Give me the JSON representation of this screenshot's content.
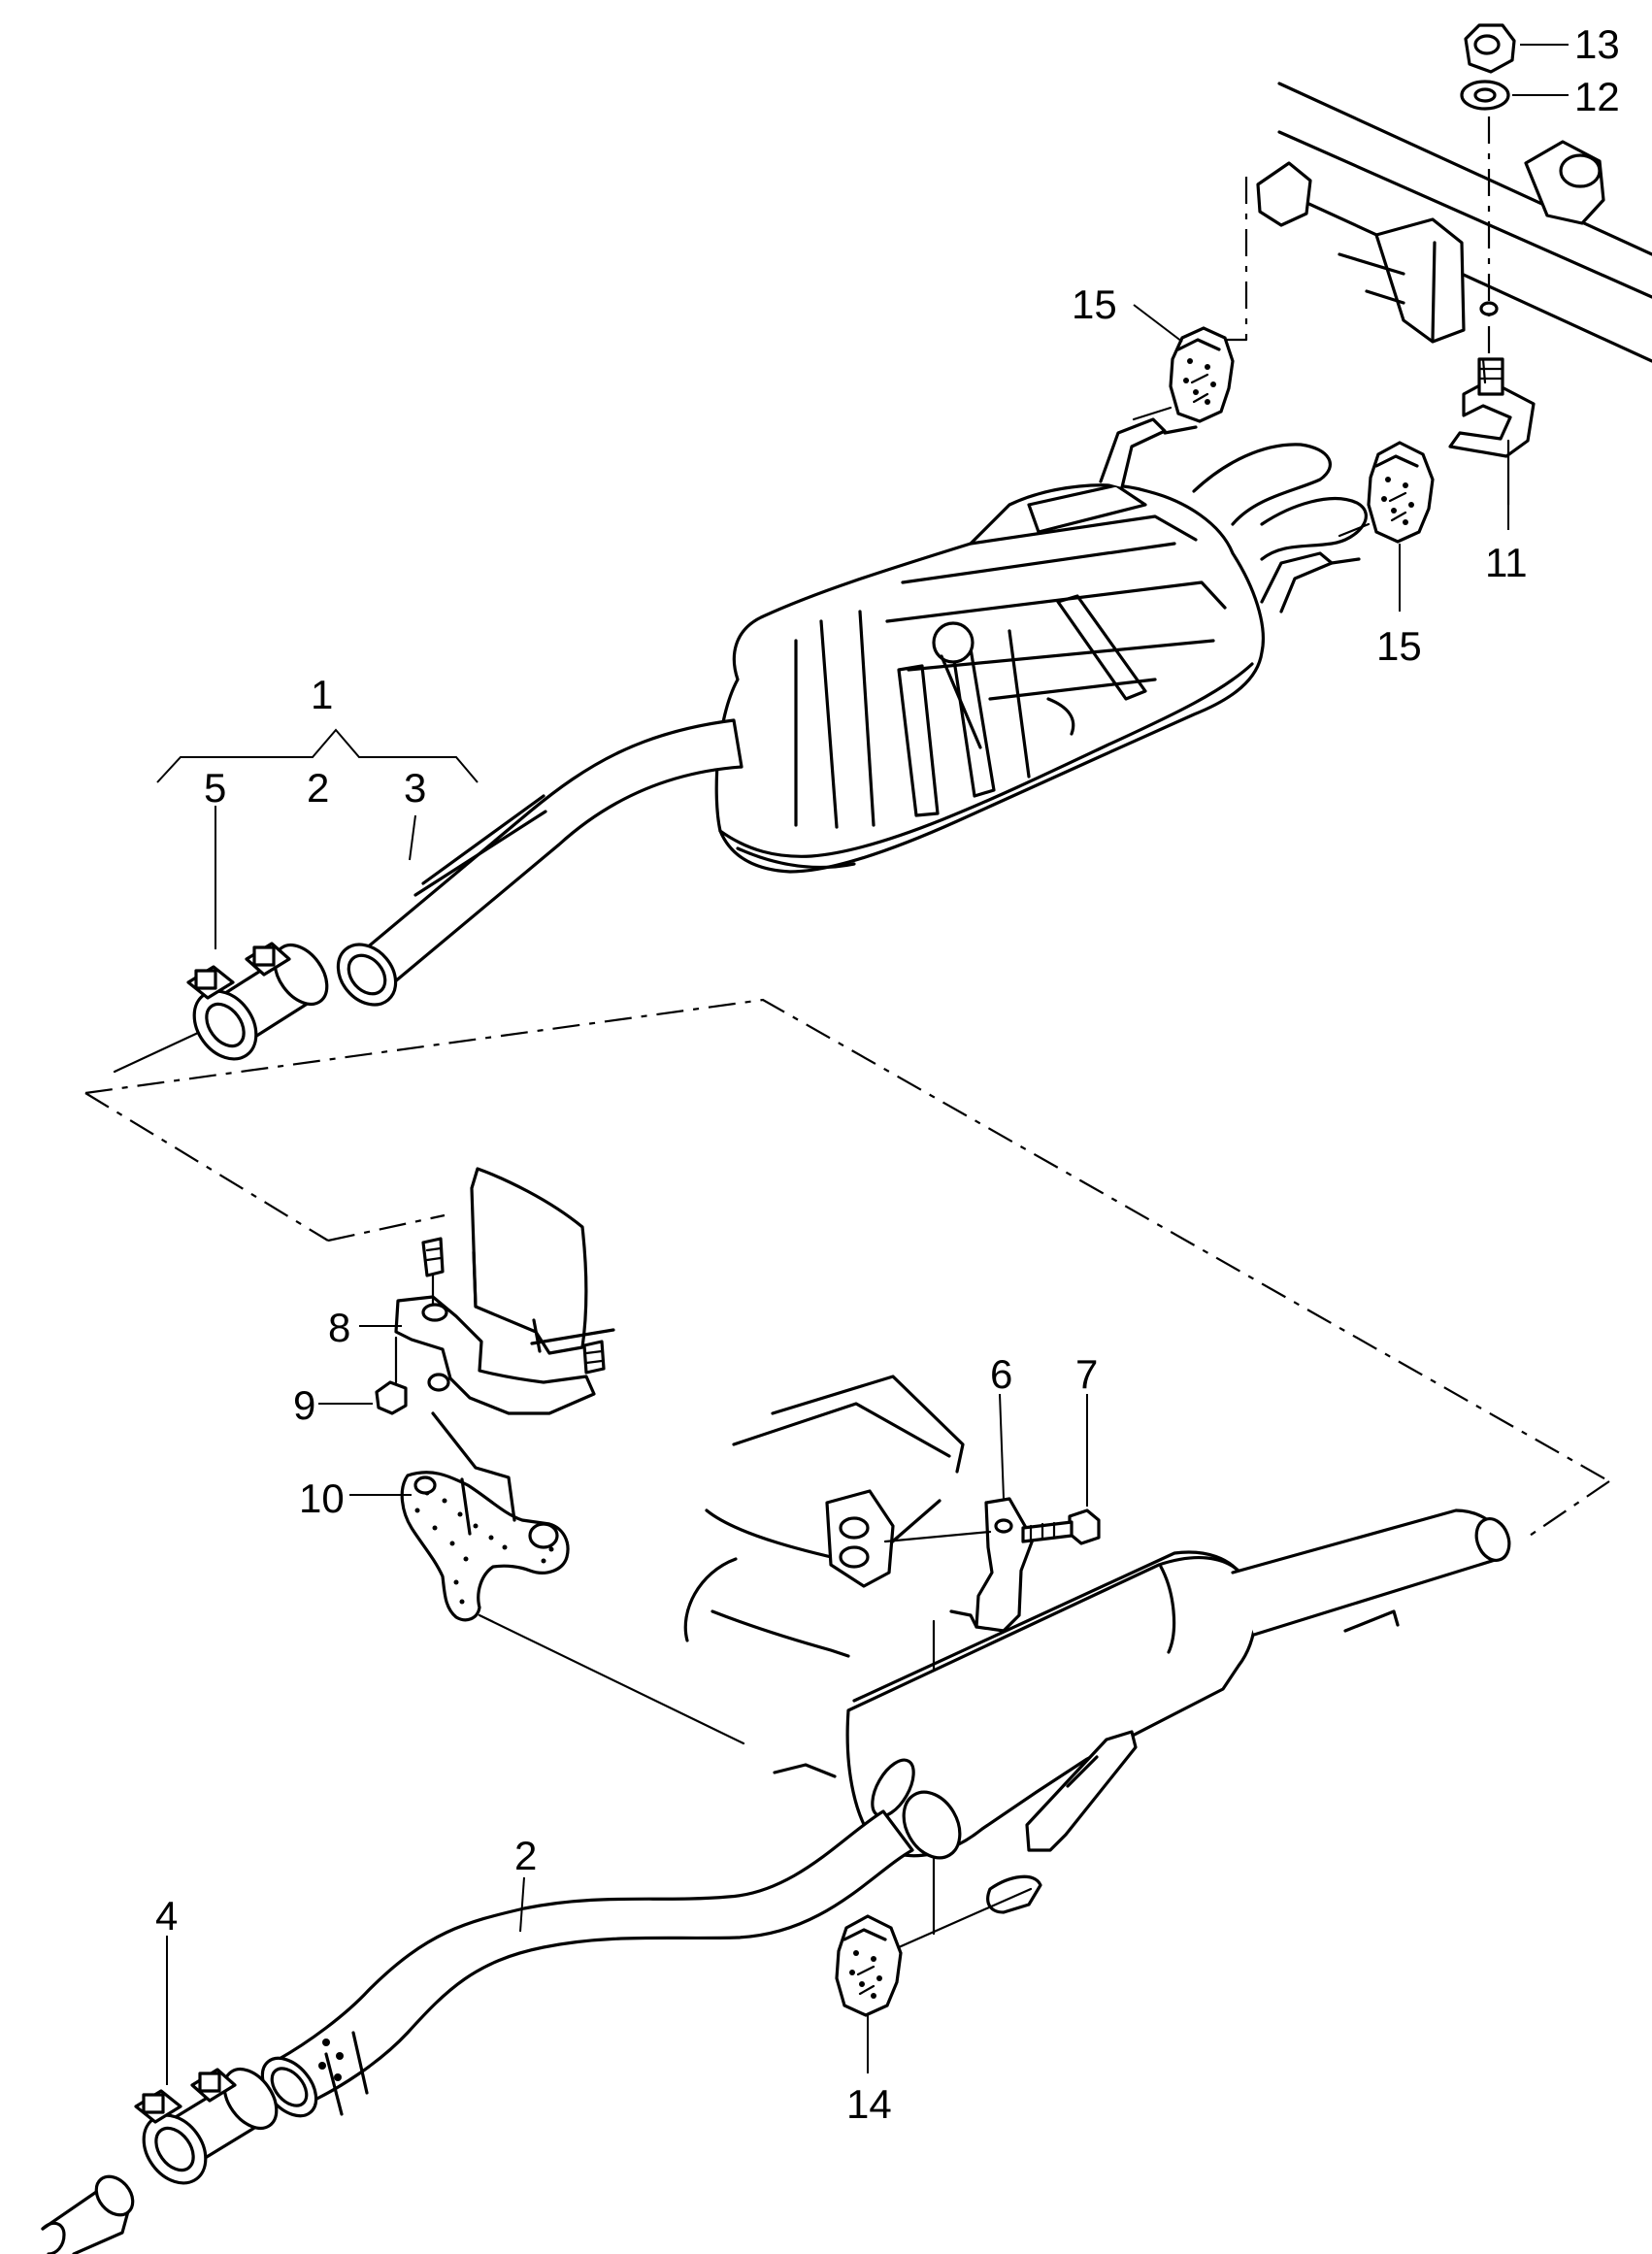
{
  "callouts": {
    "c1": "1",
    "c2_top": "2",
    "c3": "3",
    "c5": "5",
    "c2_bottom": "2",
    "c4": "4",
    "c6": "6",
    "c7": "7",
    "c8": "8",
    "c9": "9",
    "c10": "10",
    "c11": "11",
    "c12": "12",
    "c13": "13",
    "c14": "14",
    "c15_left": "15",
    "c15_right": "15"
  }
}
